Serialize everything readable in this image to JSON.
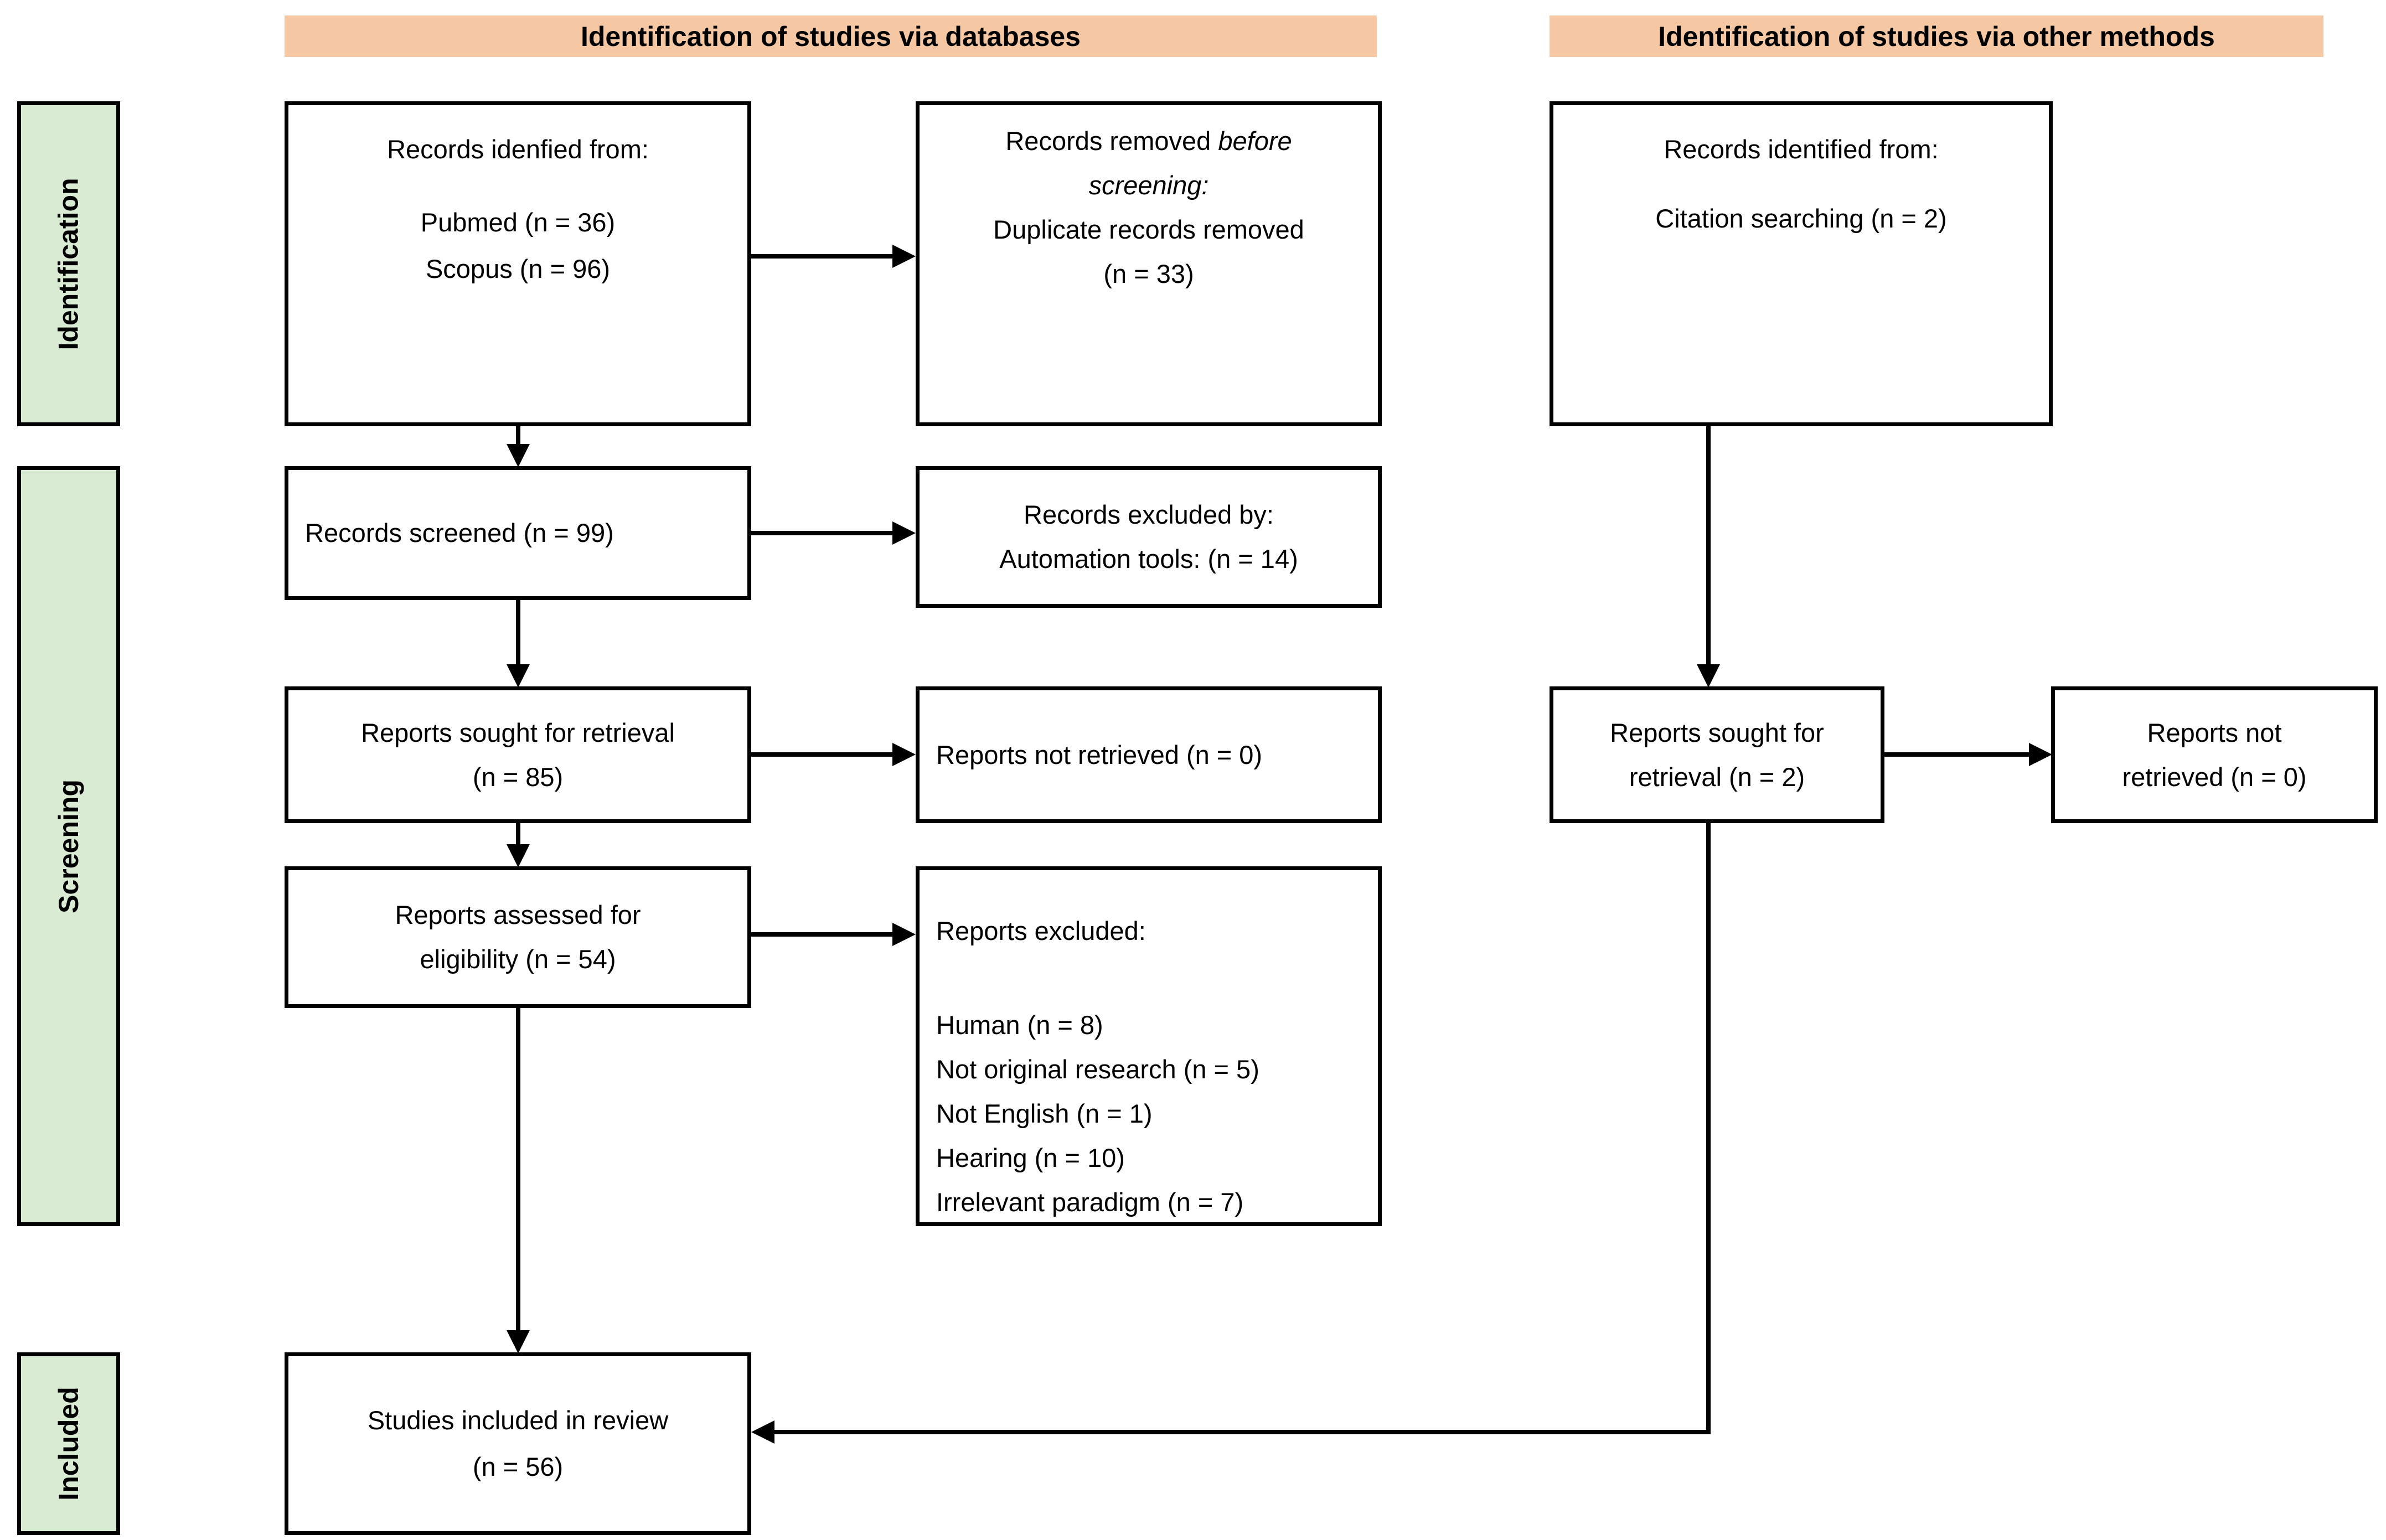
{
  "headers": {
    "databases": "Identification of studies via databases",
    "other_methods": "Identification of studies via other methods"
  },
  "stages": {
    "identification": "Identification",
    "screening": "Screening",
    "included": "Included"
  },
  "colors": {
    "header_bg": "#F5C8A3",
    "stage_bg": "#DAEBD3",
    "box_border": "#000000",
    "text": "#000000"
  },
  "boxes": {
    "records_identified_db": {
      "title": "Records idenfied from:",
      "lines": [
        "Pubmed (n = 36)",
        "Scopus (n = 96)"
      ]
    },
    "records_removed": {
      "line1_normal": "Records removed ",
      "line1_italic": "before",
      "line2_italic": "screening:",
      "line3": "Duplicate records removed",
      "line4": "(n = 33)"
    },
    "records_identified_other": {
      "title": "Records identified from:",
      "lines": [
        "Citation searching (n = 2)"
      ]
    },
    "records_screened": {
      "line": "Records screened (n = 99)"
    },
    "records_excluded_by": {
      "lines": [
        "Records excluded by:",
        "Automation tools: (n = 14)"
      ]
    },
    "reports_sought_db": {
      "lines": [
        "Reports sought for retrieval",
        "(n = 85)"
      ]
    },
    "reports_not_retrieved_db": {
      "line": "Reports not retrieved (n = 0)"
    },
    "reports_sought_other": {
      "lines": [
        "Reports sought for",
        "retrieval (n = 2)"
      ]
    },
    "reports_not_retrieved_other": {
      "lines": [
        "Reports not",
        "retrieved (n = 0)"
      ]
    },
    "reports_assessed": {
      "lines": [
        "Reports assessed for",
        "eligibility (n = 54)"
      ]
    },
    "reports_excluded": {
      "title": "Reports excluded:",
      "reasons": [
        "Human (n = 8)",
        "Not original research (n = 5)",
        "Not English (n = 1)",
        "Hearing (n = 10)",
        "Irrelevant paradigm (n = 7)"
      ]
    },
    "studies_included": {
      "lines": [
        "Studies included in review",
        "(n = 56)"
      ]
    }
  }
}
